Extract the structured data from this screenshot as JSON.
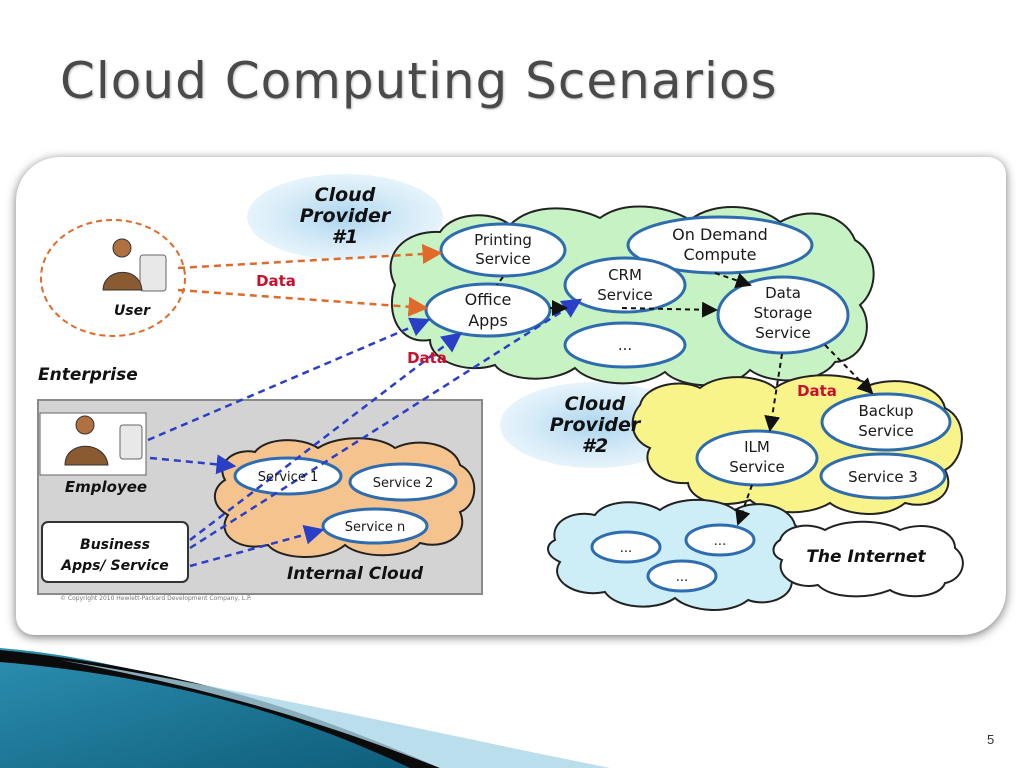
{
  "slide": {
    "title": "Cloud Computing Scenarios",
    "page_number": "5"
  },
  "diagram": {
    "provider1": {
      "label_line1": "Cloud",
      "label_line2": "Provider",
      "label_line3": "#1"
    },
    "provider2": {
      "label_line1": "Cloud",
      "label_line2": "Provider",
      "label_line3": "#2"
    },
    "services": {
      "printing": [
        "Printing",
        "Service"
      ],
      "on_demand": [
        "On Demand",
        "Compute"
      ],
      "crm": [
        "CRM",
        "Service"
      ],
      "office": [
        "Office",
        "Apps"
      ],
      "data_storage": [
        "Data",
        "Storage",
        "Service"
      ],
      "ellipsis": "...",
      "backup": [
        "Backup",
        "Service"
      ],
      "ilm": [
        "ILM",
        "Service"
      ],
      "service3": "Service 3",
      "service1": "Service 1",
      "service2": "Service 2",
      "servicen": "Service n"
    },
    "enterprise": {
      "user": "User",
      "enterprise_label": "Enterprise",
      "employee": "Employee",
      "business_apps": [
        "Business",
        "Apps/ Service"
      ],
      "internal_cloud": "Internal Cloud"
    },
    "internet_label": "The Internet",
    "data_labels": [
      "Data",
      "Data",
      "Data"
    ],
    "copyright": "© Copyright 2010 Hewlett-Packard Development Company, L.P."
  },
  "colors": {
    "provider1_cloud": "#c6f2c4",
    "provider2_cloud": "#f8f48a",
    "internal_cloud": "#f5c48e",
    "internet_cloud": "#cdeef6",
    "provider_label_halo": "#b8dcef",
    "service_oval_border": "#2e6cb0",
    "orange_arrow": "#e06a2a",
    "blue_arrow": "#2a3fc8",
    "data_label": "#c8102e"
  }
}
